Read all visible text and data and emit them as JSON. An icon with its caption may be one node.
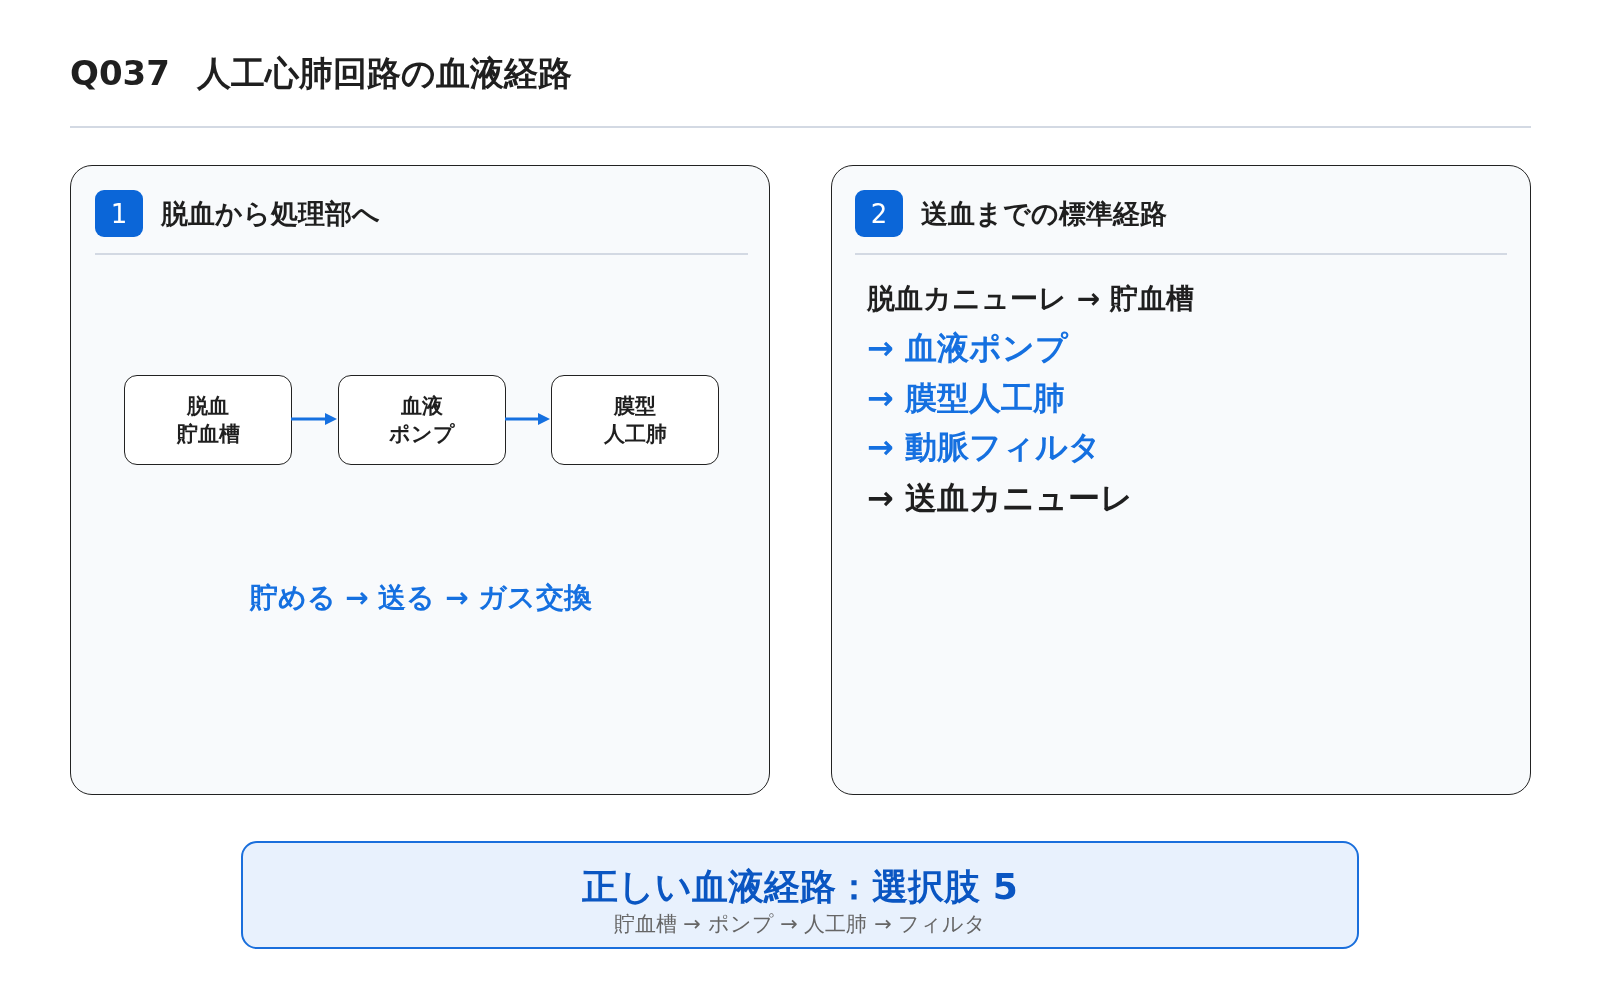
{
  "diagram": {
    "title": "Q037 人工心肺回路の血液経路",
    "nodes": [
      {
        "text": [
          "脱血から処理部へ",
          "貯める → 送る → ガス交換"
        ]
      },
      {
        "text": [
          "1"
        ],
        "in": 0
      },
      {
        "text": [
          "脱血貯血槽"
        ],
        "in": 0
      },
      {
        "text": [
          "血液ポンプ"
        ],
        "in": 0
      },
      {
        "text": [
          "膜型人工肺"
        ],
        "in": 0
      },
      {
        "text": [
          "送血までの標準経路",
          "脱血カニューレ → 貯血槽",
          "→ 血液ポンプ",
          "→ 膜型人工肺",
          "→ 動脈フィルタ",
          "→ 送血カニューレ"
        ]
      },
      {
        "text": [
          "2"
        ],
        "in": 5
      },
      {
        "text": [
          "正しい血液経路：選択肢 5",
          "貯血槽 → ポンプ → 人工肺 → フィルタ"
        ]
      }
    ],
    "edges": [
      {
        "from": 2,
        "to": 3,
        "arrow": "to"
      },
      {
        "from": 3,
        "to": 4,
        "arrow": "to"
      }
    ]
  }
}
